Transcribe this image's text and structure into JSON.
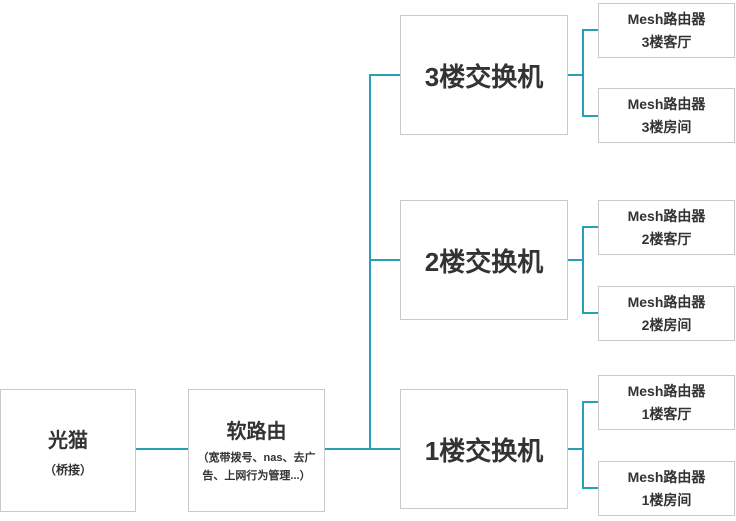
{
  "diagram": {
    "modem": {
      "title": "光猫",
      "subtitle": "（桥接）"
    },
    "router": {
      "title": "软路由",
      "subtitle": "（宽带拨号、nas、去广告、上网行为管理...）"
    },
    "switches": [
      {
        "label": "3楼交换机"
      },
      {
        "label": "2楼交换机"
      },
      {
        "label": "1楼交换机"
      }
    ],
    "mesh": [
      {
        "line1": "Mesh路由器",
        "line2": "3楼客厅"
      },
      {
        "line1": "Mesh路由器",
        "line2": "3楼房间"
      },
      {
        "line1": "Mesh路由器",
        "line2": "2楼客厅"
      },
      {
        "line1": "Mesh路由器",
        "line2": "2楼房间"
      },
      {
        "line1": "Mesh路由器",
        "line2": "1楼客厅"
      },
      {
        "line1": "Mesh路由器",
        "line2": "1楼房间"
      }
    ],
    "colors": {
      "line": "#26a0b5",
      "box_border": "#c9c9c9",
      "text": "#333333",
      "background": "#ffffff"
    }
  }
}
